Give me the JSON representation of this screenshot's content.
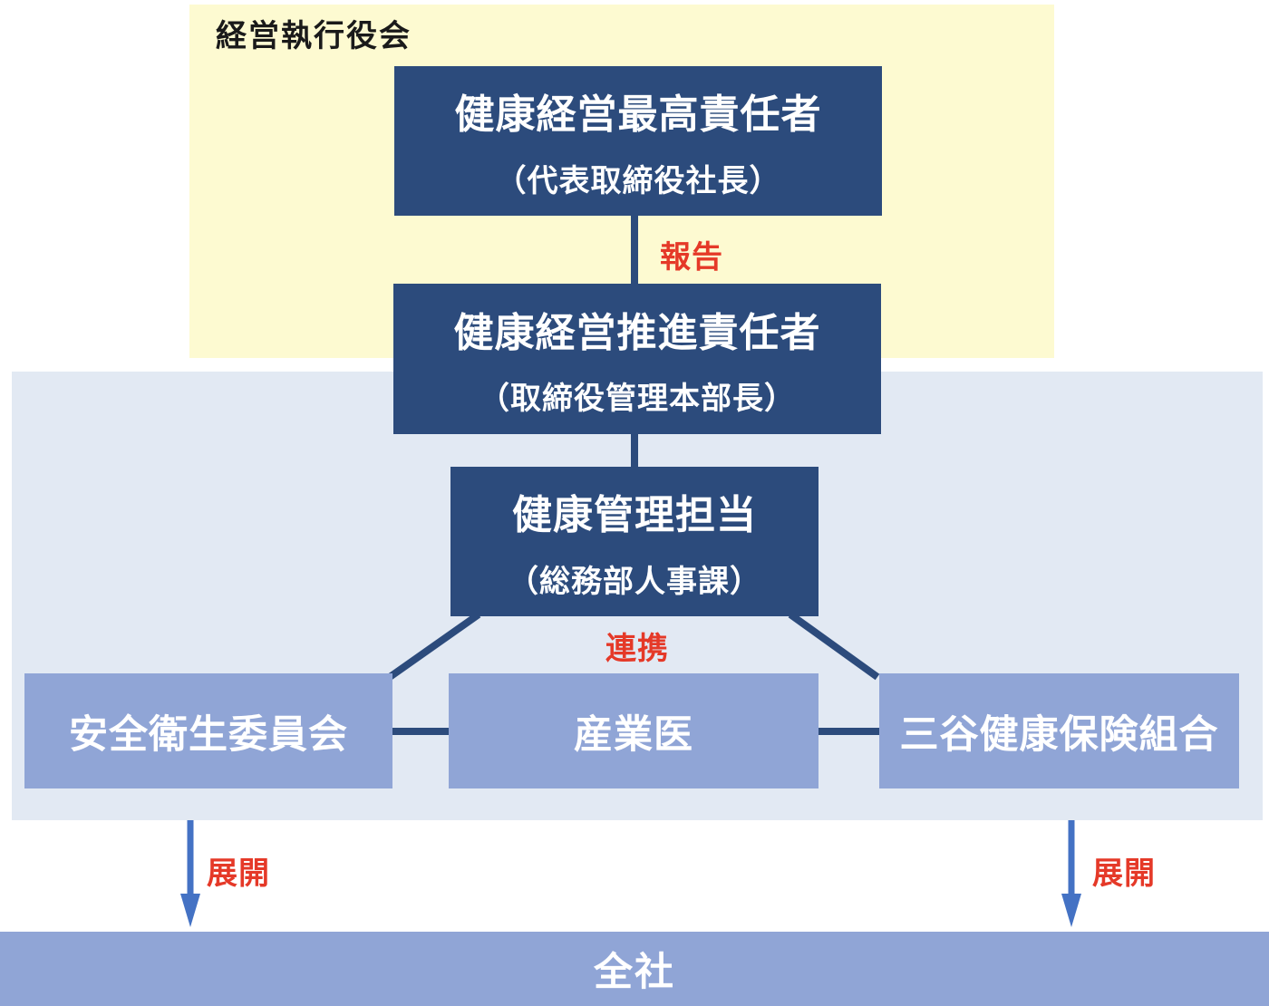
{
  "colors": {
    "navy": "#2C4B7C",
    "partner_blue": "#90A5D6",
    "panel_yellow": "#FDFAD1",
    "panel_light_blue": "#E2E9F3",
    "arrow_blue": "#4472C4",
    "label_red": "#E53928",
    "text_white": "#FFFFFF",
    "text_black": "#1A1A1A"
  },
  "board_panel": {
    "label": "経営執行役会"
  },
  "org": {
    "top_box": {
      "title": "健康経営最高責任者",
      "subtitle": "（代表取締役社長）"
    },
    "report_label": "報告",
    "promoter_box": {
      "title": "健康経営推進責任者",
      "subtitle": "（取締役管理本部長）"
    },
    "manager_box": {
      "title": "健康管理担当",
      "subtitle": "（総務部人事課）"
    },
    "cooperation_label": "連携",
    "partners": [
      {
        "label": "安全衛生委員会"
      },
      {
        "label": "産業医"
      },
      {
        "label": "三谷健康保険組合"
      }
    ],
    "deploy_labels": {
      "left": "展開",
      "right": "展開"
    },
    "company_box": {
      "label": "全社"
    }
  }
}
